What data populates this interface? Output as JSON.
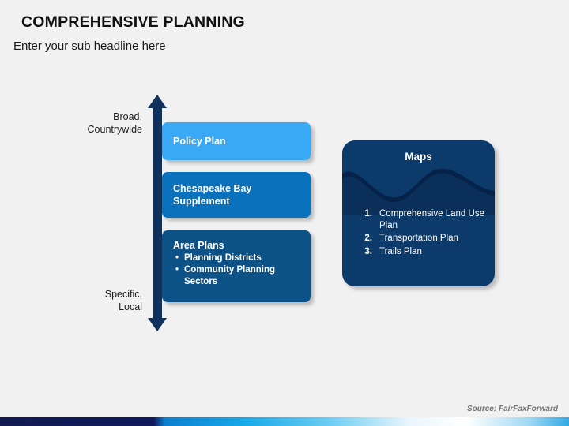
{
  "slide": {
    "title": "COMPREHENSIVE PLANNING",
    "subtitle": "Enter your sub headline here",
    "source_note": "Source: FairFaxForward"
  },
  "axis": {
    "top_label": "Broad,\nCountrywide",
    "top_label_line1": "Broad,",
    "top_label_line2": "Countrywide",
    "bottom_label_line1": "Specific,",
    "bottom_label_line2": "Local"
  },
  "tiers": [
    {
      "id": "policy-plan",
      "title": "Policy Plan",
      "color": "#3aa9f5",
      "bullets": []
    },
    {
      "id": "chesapeake-bay-supplement",
      "title": "Chesapeake Bay Supplement",
      "color": "#0a71bd",
      "bullets": []
    },
    {
      "id": "area-plans",
      "title": "Area Plans",
      "color": "#0d5287",
      "bullets": [
        "Planning Districts",
        "Community Planning Sectors"
      ]
    }
  ],
  "maps_card": {
    "title": "Maps",
    "color": "#0b3a6b",
    "items": [
      {
        "number": "1.",
        "label": "Comprehensive Land Use Plan"
      },
      {
        "number": "2.",
        "label": "Transportation Plan"
      },
      {
        "number": "3.",
        "label": "Trails Plan"
      }
    ]
  },
  "colors": {
    "background": "#f1f1f1",
    "arrow": "#10315c",
    "footer_dark": "#111b52",
    "footer_blue": "#17a9e8"
  }
}
